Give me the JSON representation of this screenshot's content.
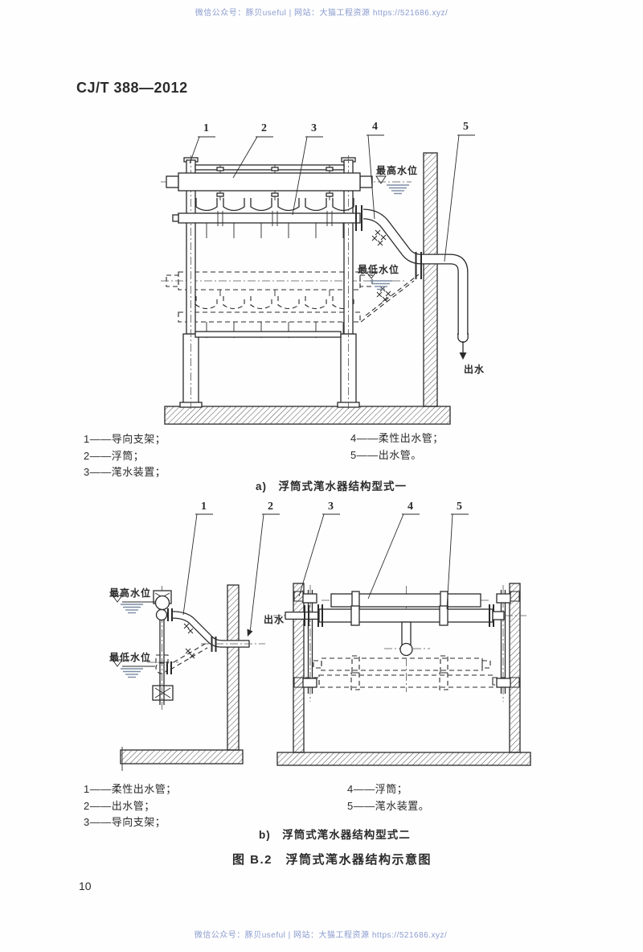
{
  "colors": {
    "ink": "#2b2b2b",
    "watermark": "#8b9cd0",
    "watershade": "#7c8ca3",
    "paper": "#fefefe"
  },
  "watermark": {
    "top": "微信公众号：豚贝useful | 网站：大猫工程资源 https://521686.xyz/",
    "bottom": "微信公众号：豚贝useful | 网站：大猫工程资源 https://521686.xyz/"
  },
  "header": {
    "standard_code": "CJ/T 388—2012"
  },
  "page_number": "10",
  "figure": {
    "caption": "图 B.2　浮筒式滗水器结构示意图",
    "part_a": {
      "caption": "a)　浮筒式滗水器结构型式一",
      "callouts": [
        "1",
        "2",
        "3",
        "4",
        "5"
      ],
      "water_levels": {
        "high": "最高水位",
        "low": "最低水位"
      },
      "outlet_label": "出水",
      "legend_left": [
        "1——导向支架；",
        "2——浮筒；",
        "3——滗水装置；"
      ],
      "legend_right": [
        "4——柔性出水管；",
        "5——出水管。"
      ]
    },
    "part_b": {
      "caption": "b)　浮筒式滗水器结构型式二",
      "callouts": [
        "1",
        "2",
        "3",
        "4",
        "5"
      ],
      "water_levels": {
        "high": "最高水位",
        "low": "最低水位"
      },
      "outlet_label": "出水",
      "legend_left": [
        "1——柔性出水管；",
        "2——出水管；",
        "3——导向支架；"
      ],
      "legend_right": [
        "4——浮筒；",
        "5——滗水装置。"
      ]
    }
  }
}
